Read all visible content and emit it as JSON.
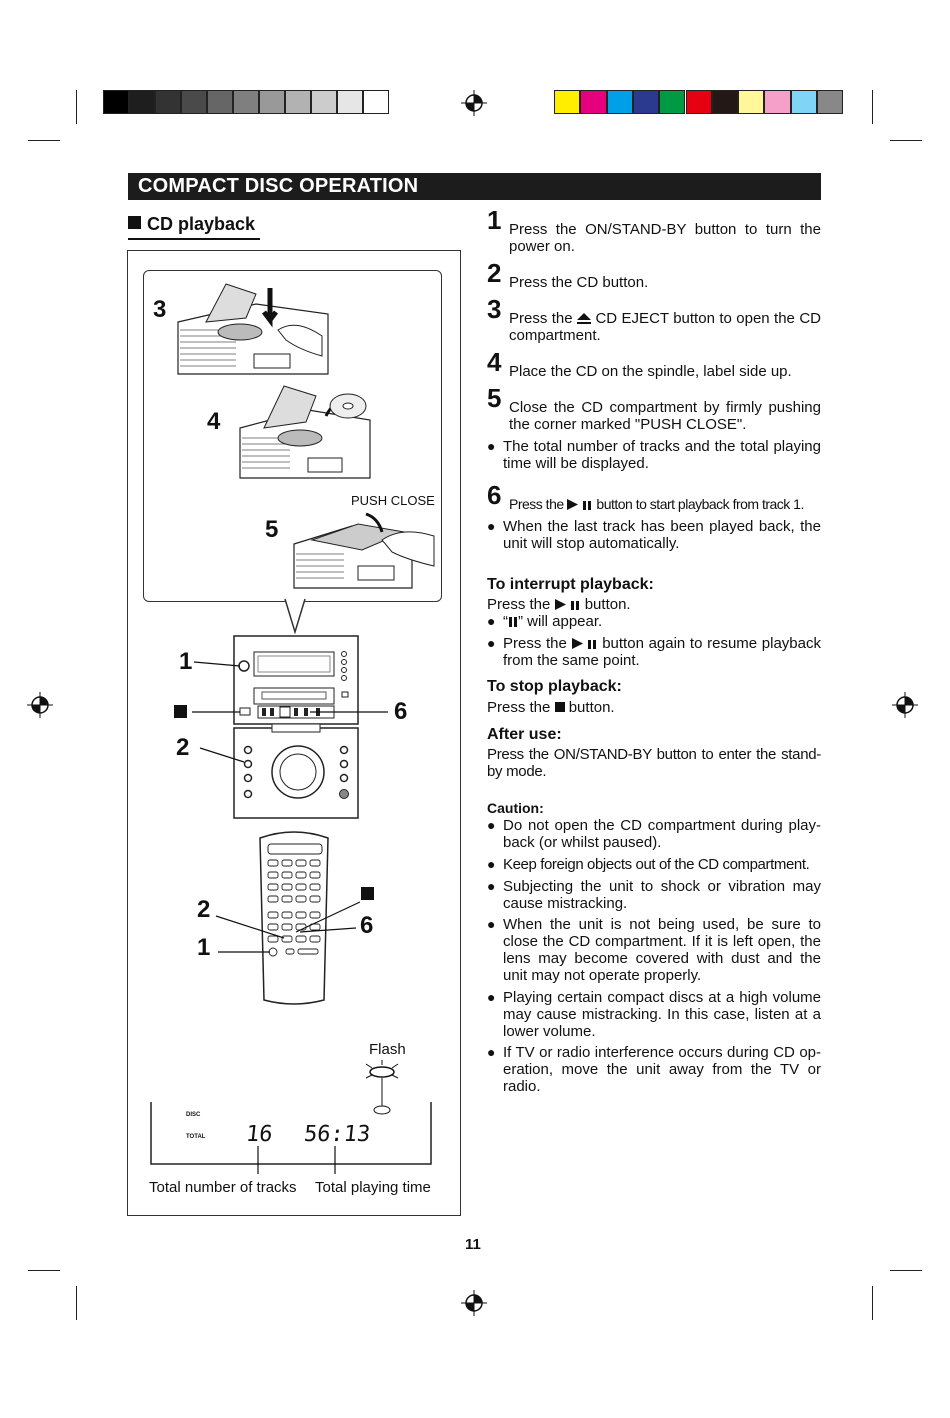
{
  "color_bar": {
    "gray_swatches": [
      "#000000",
      "#1e1e1e",
      "#333333",
      "#4a4a4a",
      "#666666",
      "#7f7f7f",
      "#999999",
      "#b2b2b2",
      "#cccccc",
      "#e6e6e6",
      "#ffffff"
    ],
    "color_swatches": [
      "#ffee00",
      "#e6007e",
      "#00a0e9",
      "#2b3a8f",
      "#009944",
      "#e60012",
      "#231815",
      "#fff799",
      "#f5a0c8",
      "#80d4f5",
      "#888888"
    ]
  },
  "header": {
    "section_title": "COMPACT DISC OPERATION",
    "sub_title": "CD playback"
  },
  "illustration": {
    "callout_3": "3",
    "callout_4": "4",
    "callout_5": "5",
    "push_close_label": "PUSH CLOSE",
    "unit_callout_1": "1",
    "unit_callout_2": "2",
    "unit_callout_6": "6",
    "remote_callout_2": "2",
    "remote_callout_1": "1",
    "remote_callout_6": "6",
    "flash_label": "Flash",
    "display": {
      "disc_label": "DISC",
      "total_label": "TOTAL",
      "tracks_value": "16",
      "time_value": "56:13"
    },
    "caption_tracks": "Total number of tracks",
    "caption_time": "Total playing time"
  },
  "steps": [
    {
      "num": "1",
      "text": "Press the ON/STAND-BY button to turn the power on."
    },
    {
      "num": "2",
      "text": "Press the CD button."
    },
    {
      "num": "3",
      "text_pre": "Press the",
      "text_post": "CD EJECT button to open the CD compartment."
    },
    {
      "num": "4",
      "text": "Place the CD on the spindle, label side up."
    },
    {
      "num": "5",
      "text": "Close the CD compartment by firmly pushing the corner marked \"PUSH CLOSE\"."
    },
    {
      "num": "6",
      "text_pre": "Press the",
      "text_post": "button to start playback from track 1."
    }
  ],
  "bullets": {
    "after_5": "The total number of tracks and the total playing time will be displayed.",
    "after_6": "When the last track has been played back, the unit will stop automatically."
  },
  "interrupt": {
    "heading": "To interrupt playback:",
    "press_pre": "Press the",
    "press_post": "button.",
    "will_appear": "” will appear.",
    "resume_pre": "Press the",
    "resume_post": "button again to resume playback from the same point."
  },
  "stop": {
    "heading": "To stop playback:",
    "press_pre": "Press the",
    "press_post": "button."
  },
  "after_use": {
    "heading": "After use:",
    "text": "Press the ON/STAND-BY button to enter the stand-by mode."
  },
  "caution": {
    "heading": "Caution:",
    "items": [
      "Do not open the CD compartment during play-back (or whilst paused).",
      "Keep foreign objects out of the CD compartment.",
      "Subjecting the unit to shock or vibration may cause mistracking.",
      "When the unit is not being used, be sure to close the CD compartment. If it is left open, the lens may become covered with dust and the unit may not operate properly.",
      "Playing certain compact discs at a high volume may cause mistracking. In this case, listen at a lower volume.",
      "If TV or radio interference occurs during CD op-eration, move the unit away from the TV or radio."
    ]
  },
  "page_number": "11"
}
